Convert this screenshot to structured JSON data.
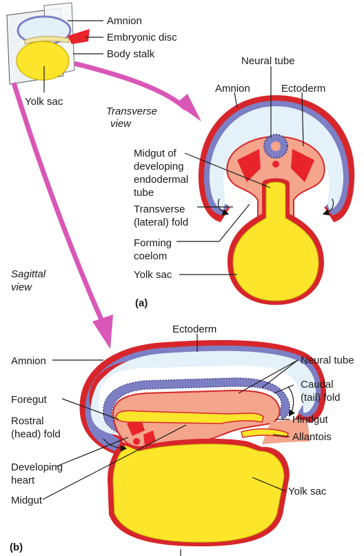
{
  "labels": {
    "amnion_top": "Amnion",
    "embryonic_disc": "Embryonic disc",
    "body_stalk": "Body stalk",
    "yolk_sac_top": "Yolk sac",
    "transverse_view_1": "Transverse",
    "transverse_view_2": "view",
    "neural_tube_a": "Neural tube",
    "amnion_a": "Amnion",
    "ectoderm_a": "Ectoderm",
    "midgut_1": "Midgut of",
    "midgut_2": "developing",
    "midgut_3": "endodermal",
    "midgut_4": "tube",
    "transverse_fold_1": "Transverse",
    "transverse_fold_2": "(lateral) fold",
    "forming_coelom_1": "Forming",
    "forming_coelom_2": "coelom",
    "yolk_sac_a": "Yolk sac",
    "panel_a": "(a)",
    "sagittal_view_1": "Sagittal",
    "sagittal_view_2": "view",
    "ectoderm_b": "Ectoderm",
    "amnion_b": "Amnion",
    "neural_tube_b": "Neural tube",
    "caudal_fold_1": "Caudal",
    "caudal_fold_2": "(tail) fold",
    "foregut": "Foregut",
    "rostral_fold_1": "Rostral",
    "rostral_fold_2": "(head) fold",
    "hindgut": "Hindgut",
    "allantois": "Allantois",
    "developing_heart_1": "Developing",
    "developing_heart_2": "heart",
    "midgut_b": "Midgut",
    "yolk_sac_b": "Yolk sac",
    "panel_b": "(b)"
  },
  "colors": {
    "ectoderm_red": "#d7262b",
    "amnion_purple": "#7d7fc4",
    "amniotic_fluid": "#e4f1f8",
    "mesoderm_salmon": "#f4a58c",
    "yolk_yellow": "#fce52a",
    "view_arrow_magenta": "#d957b6",
    "embryonic_disc_red": "#e8242a"
  }
}
